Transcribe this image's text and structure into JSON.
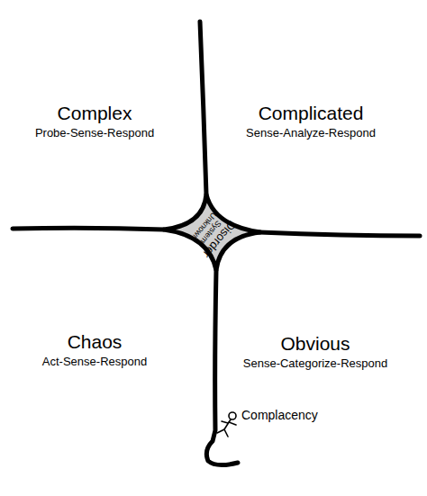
{
  "diagram": {
    "nodes": [
      {
        "text": [
          "Complex",
          "Probe-Sense-Respond"
        ]
      },
      {
        "text": [
          "Complicated",
          "Sense-Analyze-Respond"
        ]
      },
      {
        "text": [
          "Disorder",
          "System Unknown"
        ]
      },
      {
        "text": [
          "Chaos",
          "Act-Sense-Respond"
        ]
      },
      {
        "text": [
          "Obvious",
          "Sense-Categorize-Respond"
        ]
      }
    ],
    "labels": [
      "Complacency"
    ]
  }
}
